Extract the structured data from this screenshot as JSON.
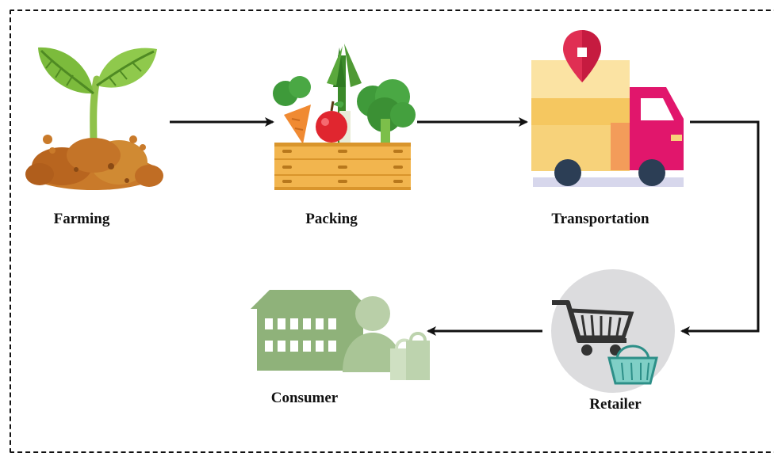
{
  "diagram": {
    "stages": [
      {
        "id": "farming",
        "label": "Farming",
        "icon": "sprout-icon"
      },
      {
        "id": "packing",
        "label": "Packing",
        "icon": "vegetable-crate-icon"
      },
      {
        "id": "transportation",
        "label": "Transportation",
        "icon": "delivery-truck-icon"
      },
      {
        "id": "retailer",
        "label": "Retailer",
        "icon": "shopping-cart-icon"
      },
      {
        "id": "consumer",
        "label": "Consumer",
        "icon": "store-shopper-icon"
      }
    ],
    "flow": [
      {
        "from": "farming",
        "to": "packing"
      },
      {
        "from": "packing",
        "to": "transportation"
      },
      {
        "from": "transportation",
        "to": "retailer"
      },
      {
        "from": "retailer",
        "to": "consumer"
      }
    ]
  }
}
